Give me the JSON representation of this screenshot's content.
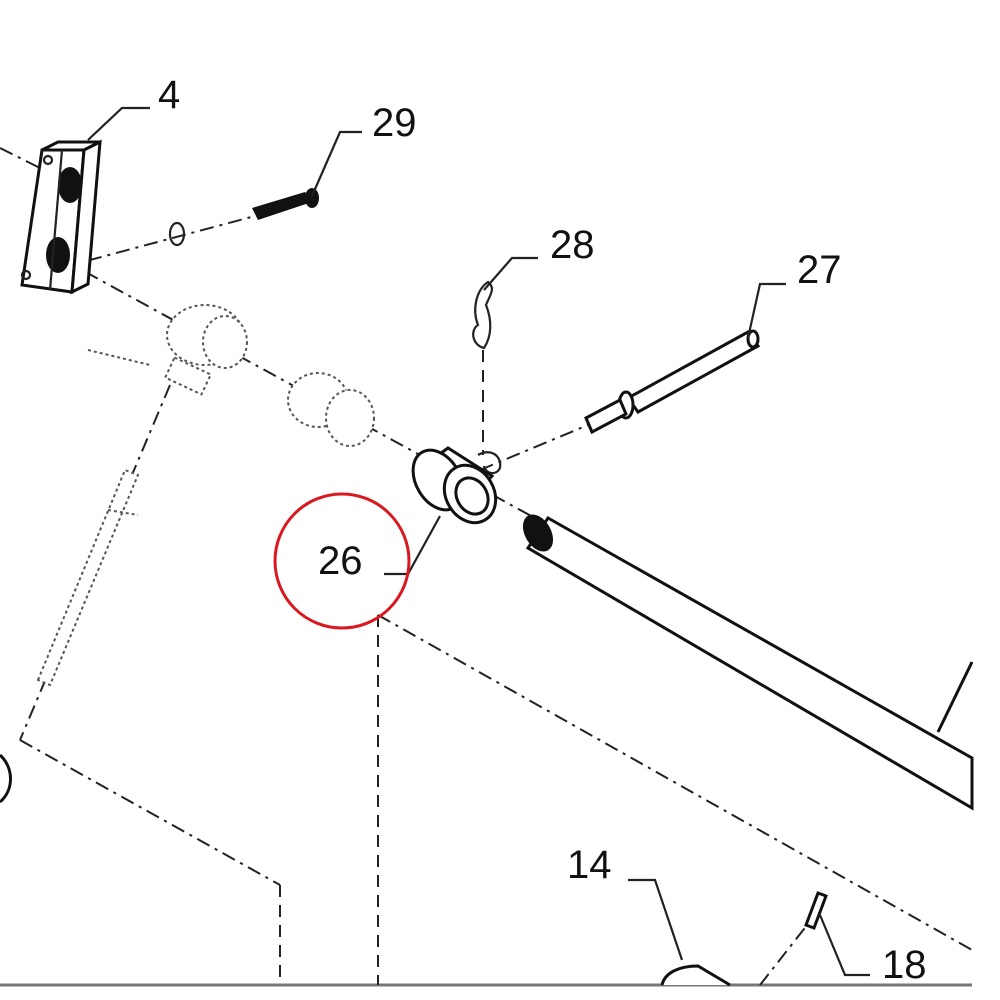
{
  "callouts": {
    "c4": "4",
    "c29": "29",
    "c28": "28",
    "c27": "27",
    "c26": "26",
    "c14": "14",
    "c18": "18"
  },
  "highlight": {
    "target": "26",
    "color": "#d9191f"
  },
  "colors": {
    "line": "#111111",
    "background": "#ffffff"
  }
}
